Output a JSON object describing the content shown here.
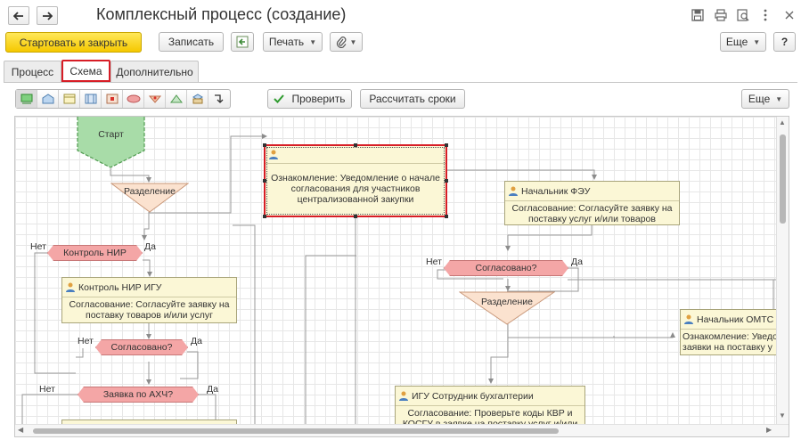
{
  "window": {
    "title": "Комплексный процесс (создание)"
  },
  "commands": {
    "start_close": "Стартовать и закрыть",
    "save": "Записать",
    "print": "Печать",
    "more": "Еще",
    "help": "?"
  },
  "tabs": [
    {
      "label": "Процесс"
    },
    {
      "label": "Схема"
    },
    {
      "label": "Дополнительно"
    }
  ],
  "scheme_toolbar": {
    "check": "Проверить",
    "calc_terms": "Рассчитать сроки",
    "more": "Еще"
  },
  "diagram": {
    "start": "Старт",
    "split1": "Разделение",
    "cond_nir": "Контроль НИР",
    "nir_yes": "Да",
    "nir_no": "Нет",
    "task_nir_title": "Контроль НИР ИГУ",
    "task_nir_body": "Согласование: Согласуйте заявку на поставку товаров и/или услуг",
    "cond_agreed1": "Согласовано?",
    "agreed1_no": "Нет",
    "agreed1_yes": "Да",
    "cond_ahch": "Заявка по АХЧ?",
    "ahch_no": "Нет",
    "ahch_yes": "Да",
    "task_notice_body": "Ознакомление: Уведомление о начале согласования для участников централизованной закупки",
    "task_feu_title": "Начальник ФЭУ",
    "task_feu_body": "Согласование: Согласуйте заявку на поставку услуг и/или товаров",
    "cond_agreed2": "Согласовано?",
    "agreed2_no": "Нет",
    "agreed2_yes": "Да",
    "split2": "Разделение",
    "task_omts_title": "Начальник ОМТС",
    "task_omts_body": "Ознакомление: Уведом заявки на поставку у",
    "task_acc_title": "ИГУ Сотрудник бухгалтерии",
    "task_acc_body": "Согласование: Проверьте коды КВР и КОСГУ в заявке на поставку услуг и/или товаров,"
  }
}
